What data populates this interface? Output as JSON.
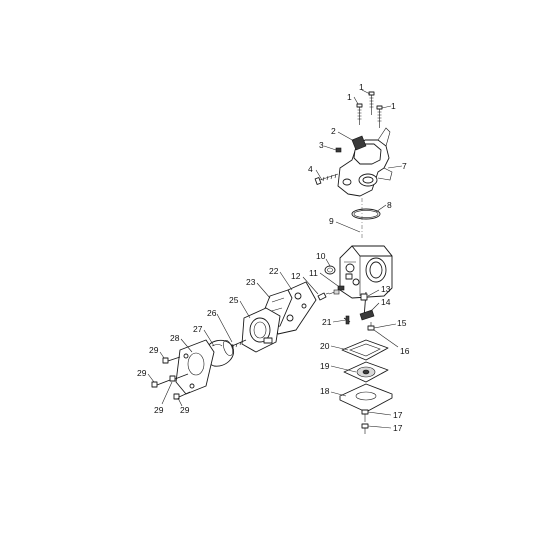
{
  "labels": {
    "p1a": "1",
    "p1b": "1",
    "p1c": "1",
    "p2": "2",
    "p3": "3",
    "p4": "4",
    "p7": "7",
    "p8": "8",
    "p9": "9",
    "p10": "10",
    "p11": "11",
    "p12": "12",
    "p13": "13",
    "p14": "14",
    "p15": "15",
    "p16": "16",
    "p17a": "17",
    "p17b": "17",
    "p18": "18",
    "p19": "19",
    "p20": "20",
    "p21": "21",
    "p22": "22",
    "p23": "23",
    "p25": "25",
    "p26": "26",
    "p27": "27",
    "p28": "28",
    "p29a": "29",
    "p29b": "29",
    "p29c": "29",
    "p29d": "29"
  },
  "colors": {
    "ink": "#1a1a1a",
    "background": "#ffffff"
  }
}
